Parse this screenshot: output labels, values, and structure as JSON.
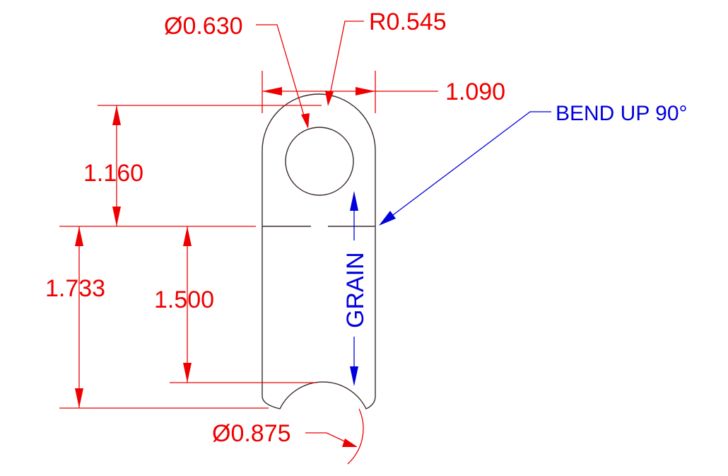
{
  "dimensions": {
    "hole_diameter": "Ø0.630",
    "top_radius": "R0.545",
    "width": "1.090",
    "hole_to_bend": "1.160",
    "bend_to_bottom_outer": "1.733",
    "bend_to_bottom_inner": "1.500",
    "notch_diameter": "Ø0.875"
  },
  "notes": {
    "bend": "BEND UP 90°",
    "grain": "GRAIN"
  },
  "colors": {
    "dimension": "#ee0000",
    "note": "#0000dd",
    "part_outline": "#3a2a2a"
  }
}
